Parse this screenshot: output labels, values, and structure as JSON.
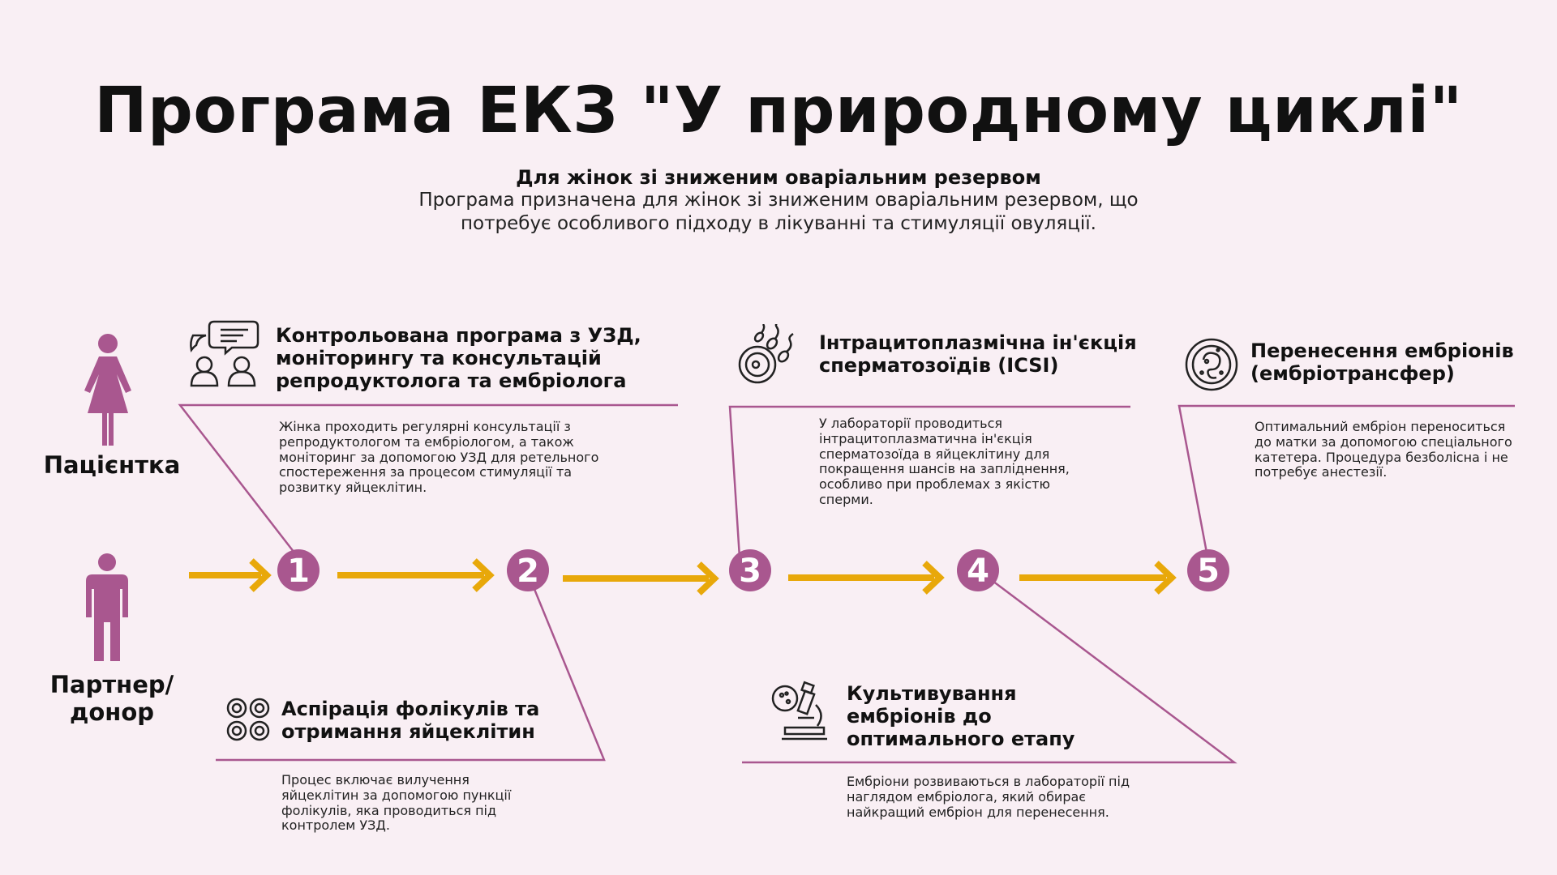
{
  "title": "Програма ЕКЗ \"У природному циклі\"",
  "subtitle": "Для жінок зі зниженим оваріальним резервом",
  "intro": "Програма призначена для жінок зі зниженим оваріальним резервом, що потребує особливого підходу в лікуванні та стимуляції овуляції.",
  "roles": {
    "patient": "Пацієнтка",
    "partner": "Партнер/ донор"
  },
  "colors": {
    "background": "#f9eff4",
    "accent": "#a9578f",
    "arrow": "#e8a80a"
  },
  "steps": [
    {
      "number": "1",
      "icon": "consultation-icon",
      "title": "Контрольована програма з УЗД, моніторингу та консультацій репродуктолога та ембріолога",
      "desc": "Жінка проходить регулярні консультації з репродуктологом та ембріологом, а також моніторинг за допомогою УЗД для ретельного спостереження за процесом стимуляції та розвитку яйцеклітин."
    },
    {
      "number": "2",
      "icon": "follicles-icon",
      "title": "Аспірація фолікулів та отримання яйцеклітин",
      "desc": "Процес включає вилучення яйцеклітин за допомогою пункції фолікулів, яка проводиться під контролем УЗД."
    },
    {
      "number": "3",
      "icon": "sperm-egg-icon",
      "title": "Інтрацитоплазмічна ін'єкція сперматозоїдів (ICSI)",
      "desc": "У лабораторії проводиться інтрацитоплазматична ін'єкція сперматозоїда в яйцеклітину для покращення шансів на запліднення, особливо при проблемах з якістю сперми."
    },
    {
      "number": "4",
      "icon": "microscope-icon",
      "title": "Культивування ембріонів до оптимального етапу",
      "desc": "Ембріони розвиваються в лабораторії під наглядом ембріолога, який обирає найкращий ембріон для перенесення."
    },
    {
      "number": "5",
      "icon": "embryo-icon",
      "title": "Перенесення ембріонів (ембріотрансфер)",
      "desc": "Оптимальний ембріон переноситься до матки за допомогою спеціального катетера. Процедура безболісна і не потребує анестезії."
    }
  ]
}
